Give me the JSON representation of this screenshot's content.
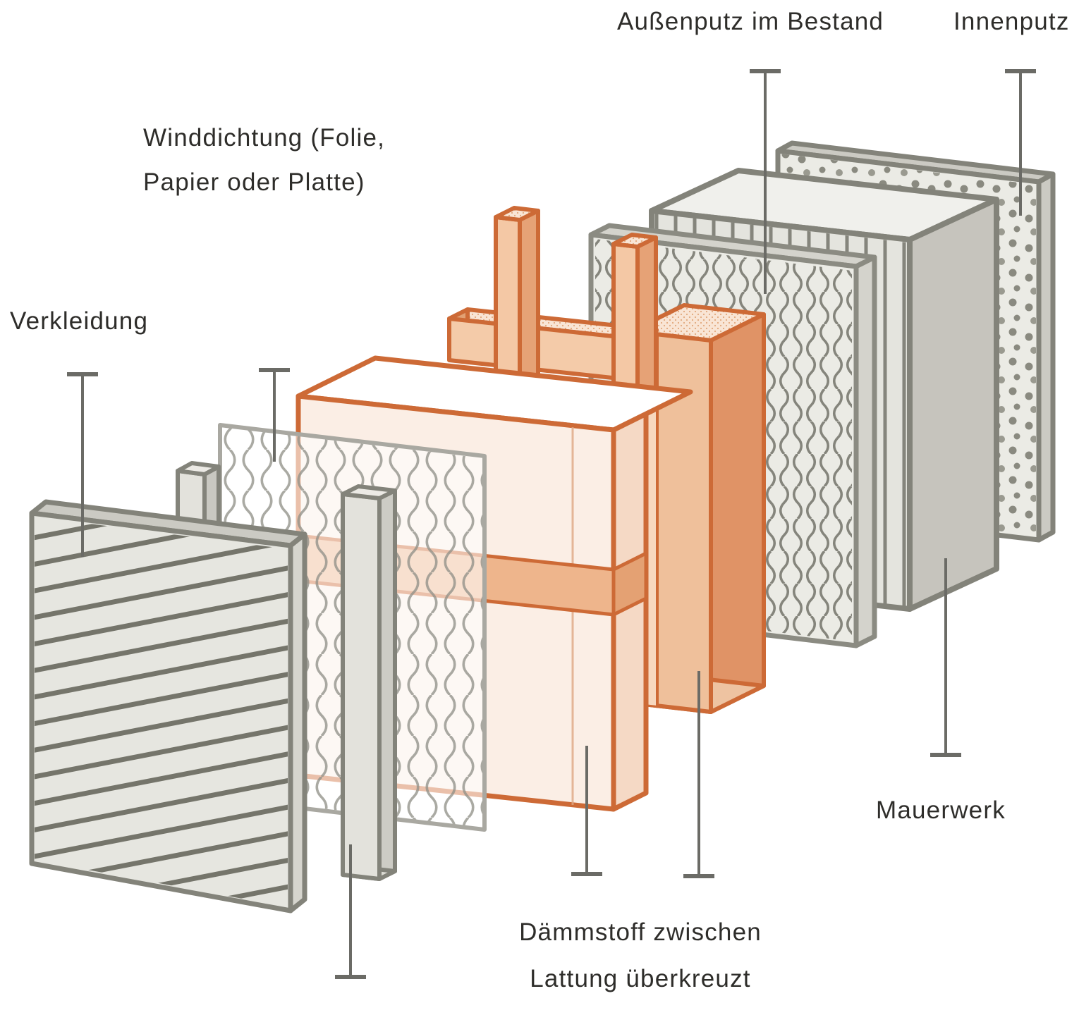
{
  "diagram": {
    "description": "Exploded isometric wall build-up diagram of an insulated facade over existing masonry",
    "labels": {
      "aussenputz": "Außenputz im Bestand",
      "innenputz": "Innenputz",
      "winddichtung_line1": "Winddichtung (Folie,",
      "winddichtung_line2": "Papier oder Platte)",
      "verkleidung": "Verkleidung",
      "mauerwerk": "Mauerwerk",
      "daemmstoff_line1": "Dämmstoff zwischen",
      "daemmstoff_line2": "Lattung überkreuzt"
    },
    "layers": [
      {
        "name": "verkleidung",
        "label": "Verkleidung",
        "texture": "diagonal-hatch"
      },
      {
        "name": "lattung-vertikal-grau",
        "label": "",
        "texture": "plain-timber"
      },
      {
        "name": "winddichtung",
        "label": "Winddichtung (Folie, Papier oder Platte)",
        "texture": "wavy-translucent"
      },
      {
        "name": "daemmstoff-mit-lattung",
        "label": "Dämmstoff zwischen Lattung überkreuzt",
        "texture": "plain-orange"
      },
      {
        "name": "aussenputz-im-bestand",
        "label": "Außenputz im Bestand",
        "texture": "dense-wavy"
      },
      {
        "name": "mauerwerk",
        "label": "Mauerwerk",
        "texture": "vertical-stripes"
      },
      {
        "name": "innenputz",
        "label": "Innenputz",
        "texture": "dots"
      }
    ],
    "colors": {
      "background": "#ffffff",
      "text": "#2e2d2a",
      "leader_line": "#6b6b66",
      "gray_outline": "#83837a",
      "gray_fill_light": "#e6e6e0",
      "gray_fill_mid": "#cbcac3",
      "gray_side": "#c6c4bd",
      "hatch_line": "#75756b",
      "wavy_line": "#8f8f87",
      "orange_outline": "#cd6a36",
      "orange_light": "#fbeee5",
      "orange_peach": "#f4c8a5",
      "orange_mid": "#e6a276",
      "orange_deep": "#e09366"
    }
  }
}
